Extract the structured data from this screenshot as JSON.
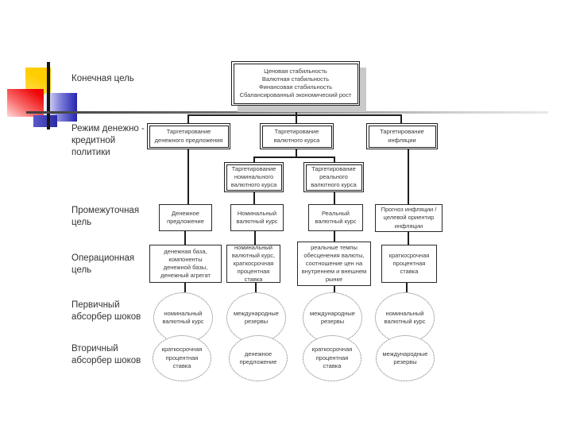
{
  "slide": {
    "row_labels": [
      {
        "label": "Конечная цель"
      },
      {
        "label": "Режим денежно -\nкредитной\nполитики"
      },
      {
        "label": "Промежуточная\nцель"
      },
      {
        "label": "Операционная\nцель"
      },
      {
        "label": "Первичный\nабсорбер шоков"
      },
      {
        "label": "Вторичный\nабсорбер шоков"
      }
    ],
    "final_goal_box": {
      "text": "Ценовая стабильность\nВалютная стабильность\nФинансовая стабильность\nСбалансированный экономический рост"
    },
    "regimes": [
      {
        "text": "Таргетирование\nденежного предложения"
      },
      {
        "text": "Таргетирование\nвалютного курса"
      },
      {
        "text": "Таргетирование\nинфляции"
      }
    ],
    "sub_regimes": [
      {
        "text": "Таргетирование\nноминального\nвалютного курса"
      },
      {
        "text": "Таргетирование\nреального\nвалютного курса"
      }
    ],
    "intermediate_goals": [
      {
        "text": "Денежное\nпредложение"
      },
      {
        "text": "Номинальный\nвалютный курс"
      },
      {
        "text": "Реальный\nвалютный курс"
      },
      {
        "text": "Прогноз инфляции /\nцелевой ориентир\nинфляции"
      }
    ],
    "operational_goals": [
      {
        "text": "денежная база,\nкомпоненты\nденежной базы,\nденежный агрегат"
      },
      {
        "text": "номинальный\nвалютный курс,\nкраткосрочная\nпроцентная ставка"
      },
      {
        "text": "реальные темпы\nобесценения валюты,\nсоотношение цен на\nвнутреннем и внешнем\nрынке"
      },
      {
        "text": "краткосрочная\nпроцентная\nставка"
      }
    ],
    "primary_absorbers": [
      {
        "text": "номинальный\nвалютный курс"
      },
      {
        "text": "международные\nрезервы"
      },
      {
        "text": "международные\nрезервы"
      },
      {
        "text": "номинальный\nвалютный курс"
      }
    ],
    "secondary_absorbers": [
      {
        "text": "краткосрочная\nпроцентная\nставка"
      },
      {
        "text": "денежное\nпредложение"
      },
      {
        "text": "краткосрочная\nпроцентная\nставка"
      },
      {
        "text": "международные\nрезервы"
      }
    ]
  },
  "colors": {
    "decor_yellow": "#ffcf00",
    "decor_red": "#f00000",
    "decor_blue": "#2424b0",
    "line_dark": "#1d1d1d",
    "box_shadow_gray": "#c9c9c9",
    "text_dark": "#3a3a3a"
  }
}
